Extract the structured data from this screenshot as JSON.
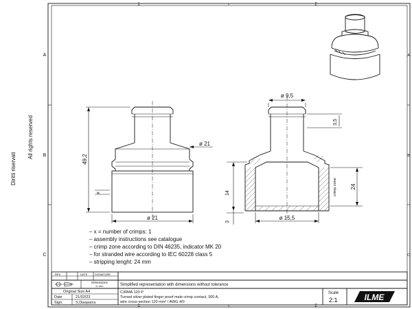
{
  "grid": {
    "columns": [
      "1",
      "2"
    ],
    "rows": [
      "A",
      "B",
      "C"
    ]
  },
  "side_text": {
    "rights": "All rights reserved",
    "rights2": "Diritti riservati"
  },
  "dimensions": {
    "tip_diameter": "ø 9,5",
    "tip_length": "3,5",
    "flange_diameter": "ø 21",
    "overall_length": "49,2",
    "marker": "x",
    "body_diameter": "ø 21",
    "section_flange_height": "14",
    "crimp_zone": "crimp zone",
    "bore_depth": "24",
    "bore_diameter": "ø 15,5",
    "base_thickness": "3"
  },
  "notes": [
    "– x = number of crimps: 1",
    "– assembly instructions see catalogue",
    "– crimp zone according to DIN 46235, indicator MK 20",
    "– for stranded wire according to IEC 60228 class 5",
    "– stripping lenght: 24 mm"
  ],
  "title_block": {
    "rev_label": "REV.",
    "date_label": "DATE",
    "signature_label": "SIGNATURE",
    "dimensions_label": "Dimensions",
    "dimensions_unit": "in mm",
    "representation": "Simplified representation with dimensions without tolerance",
    "original_size": "Original Size A4",
    "date_row_label": "Date",
    "date_value": "21/02/23",
    "sign_label": "Sign.",
    "sign_value": "S.Diasparra",
    "part_code": "C30MA 120 P",
    "description_line1": "Turned silver plated finger proof male crimp contact, 300 A,",
    "description_line2": "wire cross-section 120 mm² / AWG 4/0",
    "scale_label": "Scale",
    "scale_value": "2:1",
    "logo": "ILME"
  }
}
